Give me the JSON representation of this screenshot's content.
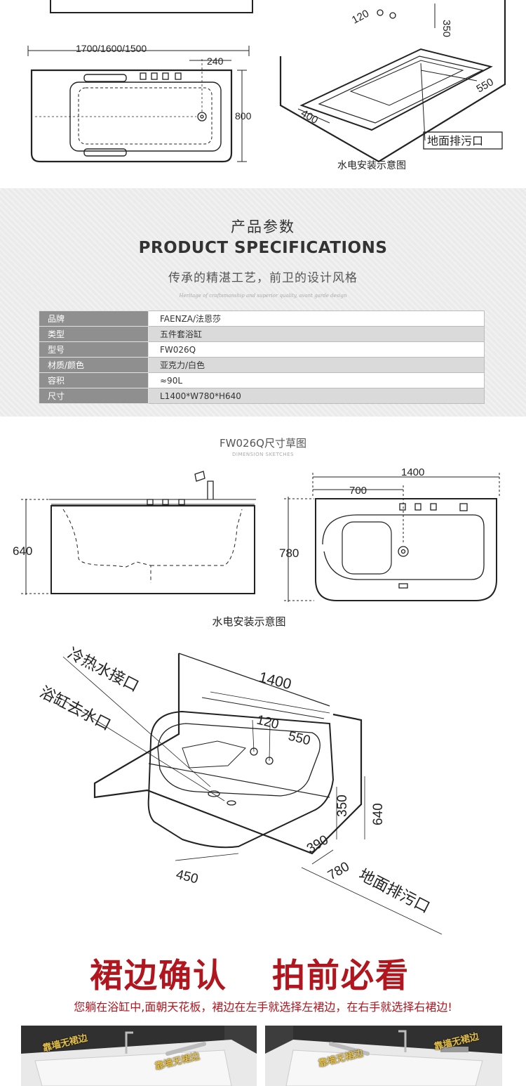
{
  "top_drawings": {
    "width_label": "1700/1600/1500",
    "offset_240": "240",
    "depth_800": "800",
    "d120": "120",
    "d350": "350",
    "d550": "550",
    "d400": "400",
    "floor_drain": "地面排污口",
    "caption": "水电安装示意图"
  },
  "specs": {
    "title_cn": "产品参数",
    "title_en": "PRODUCT SPECIFICATIONS",
    "slogan": "传承的精湛工艺，前卫的设计风格",
    "slogan_en": "Heritage of craftsmanship and superior quality, avant garde design",
    "rows": [
      {
        "key": "品牌",
        "value": "FAENZA/法恩莎"
      },
      {
        "key": "类型",
        "value": "五件套浴缸"
      },
      {
        "key": "型号",
        "value": "FW026Q"
      },
      {
        "key": "材质/颜色",
        "value": "亚克力/白色"
      },
      {
        "key": "容积",
        "value": "≈90L"
      },
      {
        "key": "尺寸",
        "value": "L1400*W780*H640"
      }
    ]
  },
  "sketch": {
    "title": "FW026Q尺寸草图",
    "subtitle": "DIMENSION SKETCHES",
    "height_640": "640",
    "length_1400": "1400",
    "half_700": "700",
    "width_780": "780",
    "caption": "水电安装示意图"
  },
  "install": {
    "hot_cold": "冷热水接口",
    "drain_out": "浴缸去水口",
    "len_1400": "1400",
    "d120": "120",
    "d550": "550",
    "d350": "350",
    "d640": "640",
    "d390": "390",
    "d450": "450",
    "d780": "780",
    "floor_drain": "地面排污口"
  },
  "notice": {
    "title_left": "裙边确认",
    "title_right": "拍前必看",
    "description": "您躺在浴缸中,面朝天花板，裙边在左手就选择左裙边，在右手就选择右裙边!",
    "photo_tag": "靠墙无裙边"
  }
}
